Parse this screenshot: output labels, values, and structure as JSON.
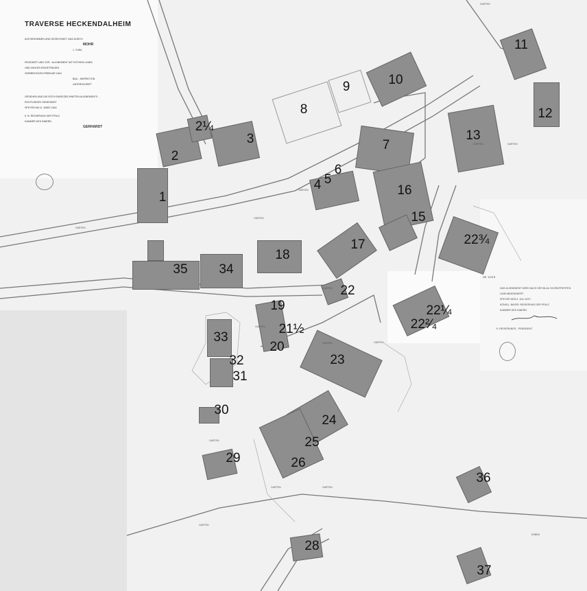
{
  "title_block": {
    "title": "TRAVERSE HECKENDALHEIM",
    "lines": [
      "AUFGENOMMEN UND GEZEICHNET 1843 DURCH",
      "MOHR",
      "1. THEIL",
      "REVIDIERT UND VOR - ALIGNEMENT MIT ROTHEN LINIEN",
      "UND ZAHLEN EINGETRAGEN",
      "ZWEIBRÜCKEN      FEBRUAR 1844",
      "BAU - INSPEKTION",
      "UNTERSCHRIFT",
      "GESEHEN UND DIE ROTH EINGEZEICHNETEN ALIGNEMENTS -",
      "RICHTUNGEN GENEHMIGT",
      "SPEYER AM 11. MÄRZ 1844",
      "K. B. REGIERUNG DER PFALZ",
      "KAMMER DES INNERN",
      "GERHARDT"
    ]
  },
  "approval_note": {
    "ref": "NR. 1125 B",
    "lines": [
      "DAS ALIGNEMENT WIRD NACH DER BLAU SCHRAFFIERTEN",
      "LINIE ABGEÄNDERT",
      "SPEYER DEN 9. JULI 1870",
      "KÖNIGL. BAYER. REGIERUNG DER PFALZ",
      "KAMMER DES INNERN"
    ],
    "signer": "K. REGIERUNGS - PRÄSIDENT"
  },
  "map_labels": [
    "GARTEN",
    "GARTEN",
    "GARTEN",
    "GARTEN",
    "GARTEN",
    "GARTEN",
    "GARTEN",
    "GARTEN",
    "GARTEN",
    "GARTEN",
    "GARTEN",
    "GARTEN",
    "GARTEN",
    "ERBEN",
    "GARTEN"
  ],
  "building_numbers": [
    "1",
    "2",
    "2¼",
    "3",
    "4",
    "5",
    "6",
    "7",
    "8",
    "9",
    "10",
    "11",
    "12",
    "13",
    "15",
    "16",
    "17",
    "18",
    "19",
    "20",
    "21½",
    "22",
    "22¾",
    "22¼",
    "22²⁄₄",
    "23",
    "24",
    "25",
    "26",
    "28",
    "29",
    "30",
    "31",
    "32",
    "33",
    "34",
    "35",
    "36",
    "37"
  ]
}
